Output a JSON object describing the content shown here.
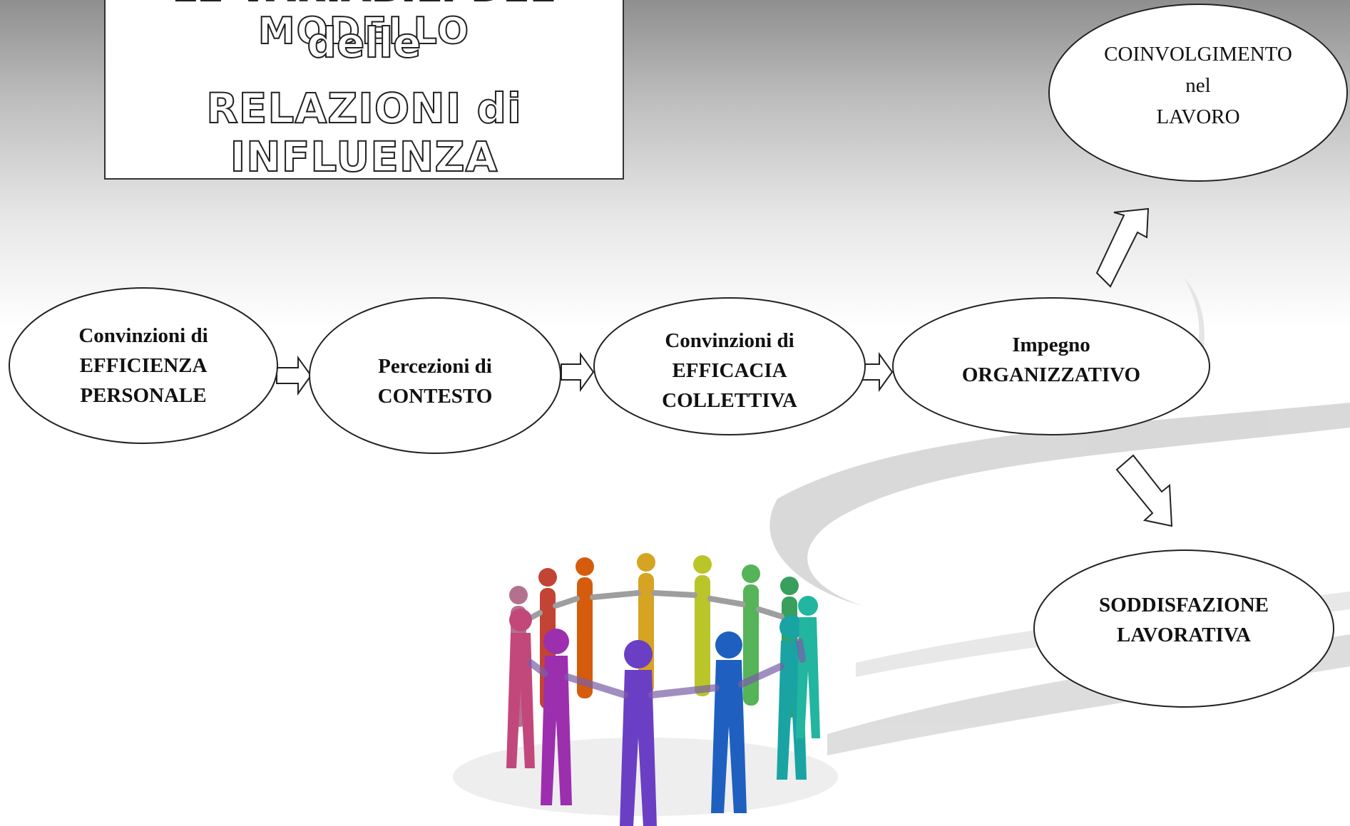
{
  "title": {
    "line1": "LE VARIABILI DEL MODELLO",
    "line2": "delle",
    "line3": "RELAZIONI di INFLUENZA"
  },
  "nodes": {
    "efficienza": [
      "Convinzioni di",
      "EFFICIENZA",
      "PERSONALE"
    ],
    "contesto": [
      "Percezioni di",
      "CONTESTO"
    ],
    "efficacia": [
      "Convinzioni  di",
      "EFFICACIA",
      "COLLETTIVA"
    ],
    "impegno": [
      "Impegno",
      "ORGANIZZATIVO"
    ],
    "coinvolgimento": [
      "COINVOLGIMENTO",
      "nel",
      "LAVORO"
    ],
    "soddisfazione": [
      "SODDISFAZIONE",
      "LAVORATIVA"
    ]
  },
  "image": {
    "subject": "circle-of-people-holding-hands"
  }
}
